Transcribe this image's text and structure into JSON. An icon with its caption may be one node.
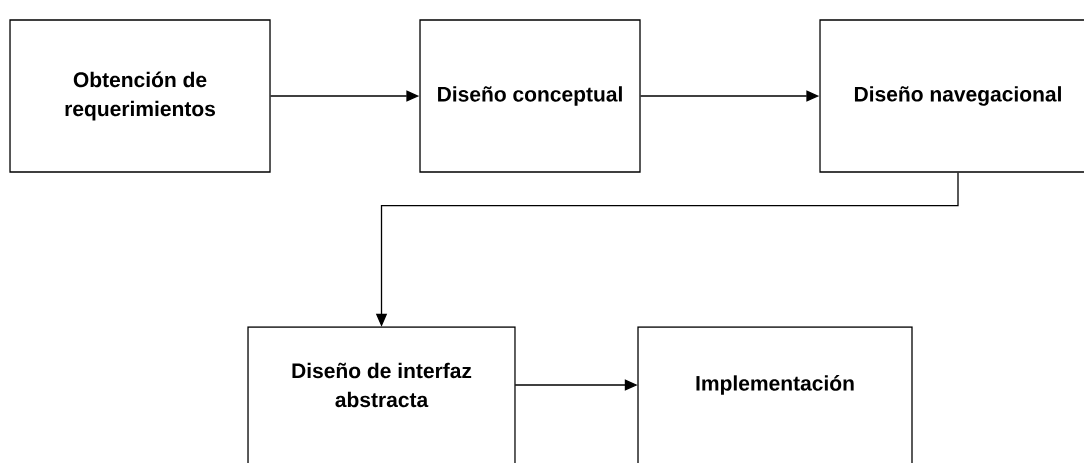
{
  "diagram": {
    "nodes": [
      {
        "text": [
          "Obtención de requerimientos"
        ]
      },
      {
        "text": [
          "Diseño conceptual"
        ]
      },
      {
        "text": [
          "Diseño navegacional"
        ]
      },
      {
        "text": [
          "Diseño de interfaz abstracta"
        ]
      },
      {
        "text": [
          "Implementación"
        ]
      }
    ],
    "edges": [
      {
        "from": 0,
        "to": 1,
        "arrow": "to"
      },
      {
        "from": 1,
        "to": 2,
        "arrow": "to"
      },
      {
        "from": 2,
        "to": 3,
        "arrow": "to"
      },
      {
        "from": 3,
        "to": 4,
        "arrow": "to"
      }
    ]
  }
}
